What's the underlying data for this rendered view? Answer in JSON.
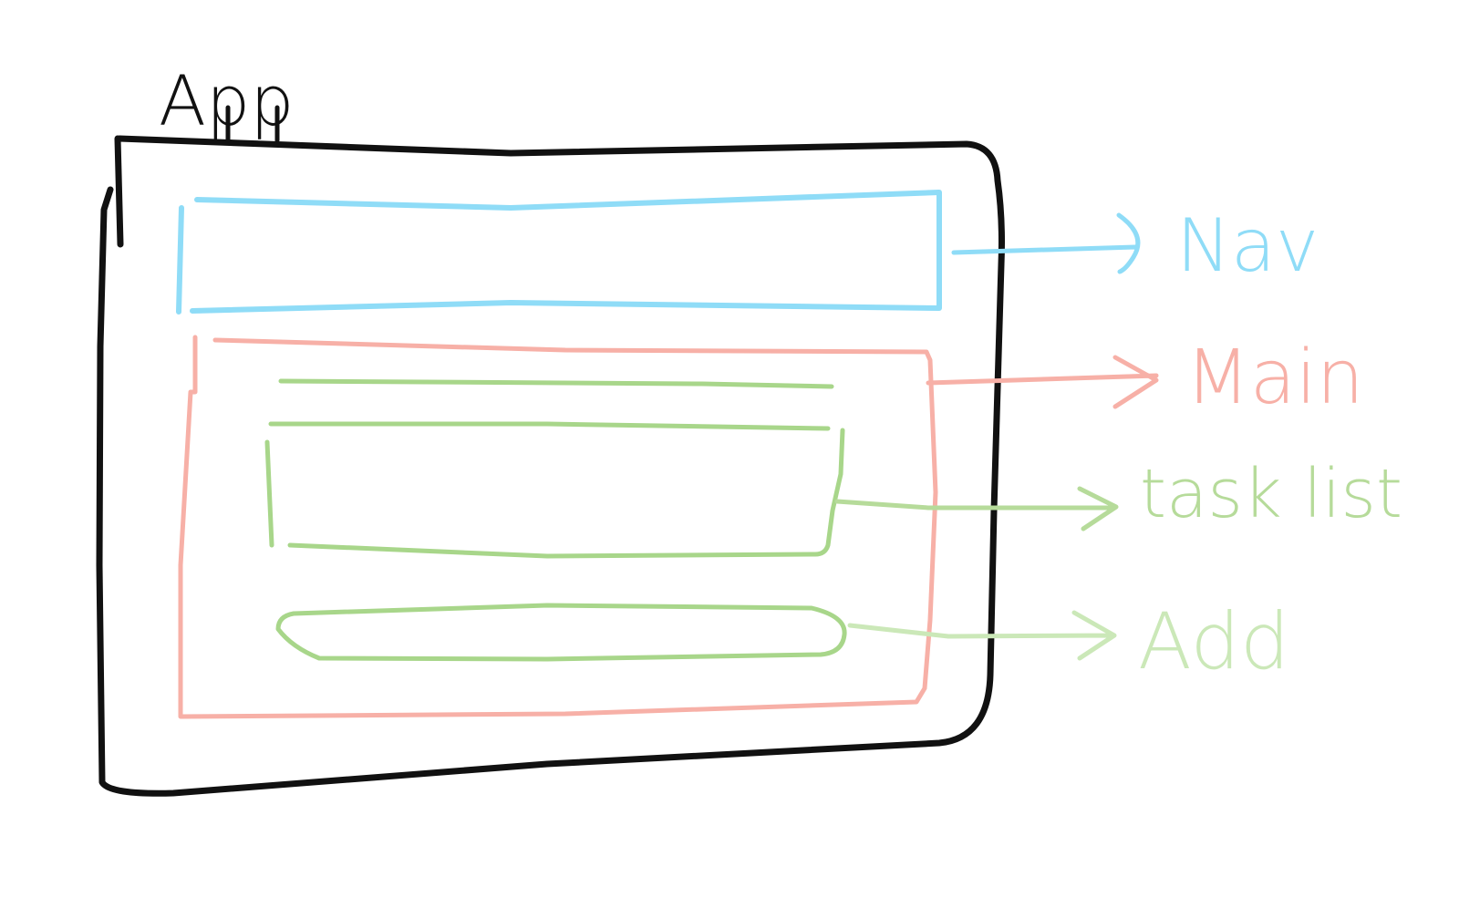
{
  "diagram": {
    "app": {
      "label": "App",
      "color": "#111111"
    },
    "nav": {
      "label": "Nav",
      "color": "#8fdcf7"
    },
    "main": {
      "label": "Main",
      "color": "#f7b0a7"
    },
    "task_list": {
      "label": "task list",
      "color": "#b6db9a",
      "line_color": "#a8d68a"
    },
    "add": {
      "label": "Add",
      "color": "#cbe8b8",
      "line_color": "#a8d68a"
    }
  }
}
